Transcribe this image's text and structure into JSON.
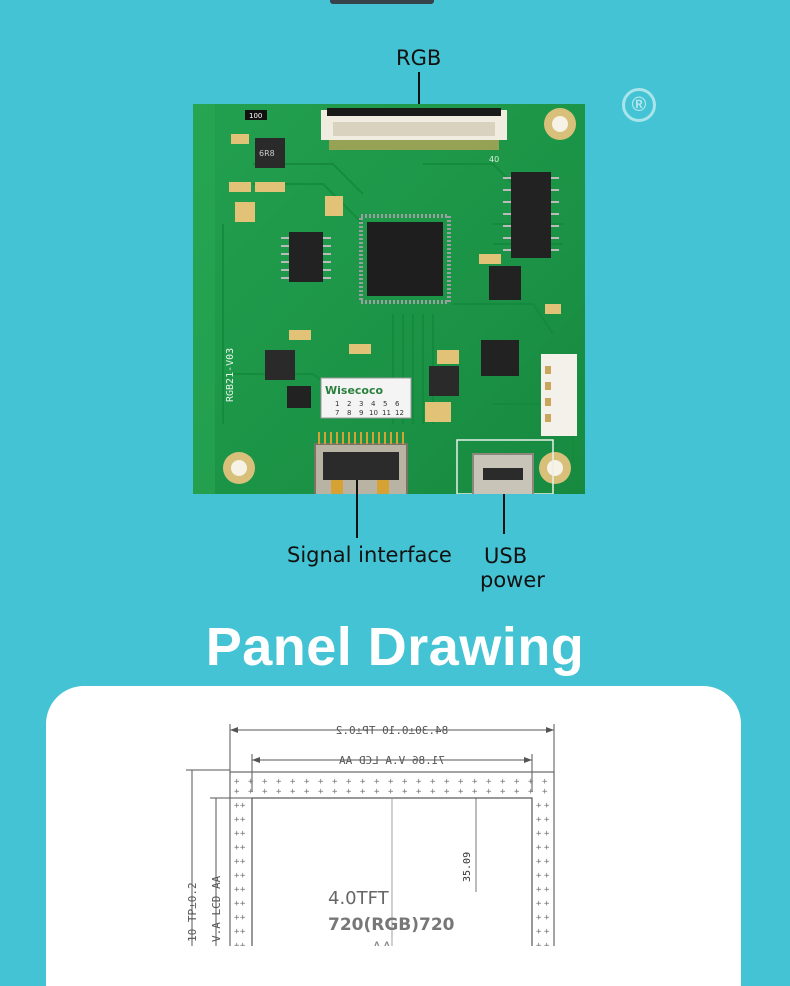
{
  "callouts": {
    "rgb": "RGB",
    "signal_interface": "Signal interface",
    "usb_power_line1": "USB",
    "usb_power_line2": "power"
  },
  "board": {
    "resistor_label": "100",
    "inductor_label": "6R8",
    "pin_label": "40",
    "model_label": "RGB21-V03",
    "sticker_brand": "Wisecoco",
    "sticker_row1": [
      "1",
      "2",
      "3",
      "4",
      "5",
      "6"
    ],
    "sticker_row2": [
      "7",
      "8",
      "9",
      "10",
      "11",
      "12"
    ]
  },
  "registered_mark": "®",
  "section_heading": "Panel Drawing",
  "panel_drawing": {
    "dim_outer_width": "84.30±0.10 TP±0.2",
    "dim_lcd_aa": "71.86 V.A LCD AA",
    "dim_height_side": "10 TP±0.2",
    "dim_va_lcd_aa": "V.A LCD AA",
    "dim_center": "35.09",
    "panel_name": "4.0TFT",
    "resolution": "720(RGB)720",
    "extra": "AA"
  },
  "colors": {
    "background": "#43c3d3",
    "pcb_green": "#1f9a4a",
    "white": "#ffffff"
  }
}
